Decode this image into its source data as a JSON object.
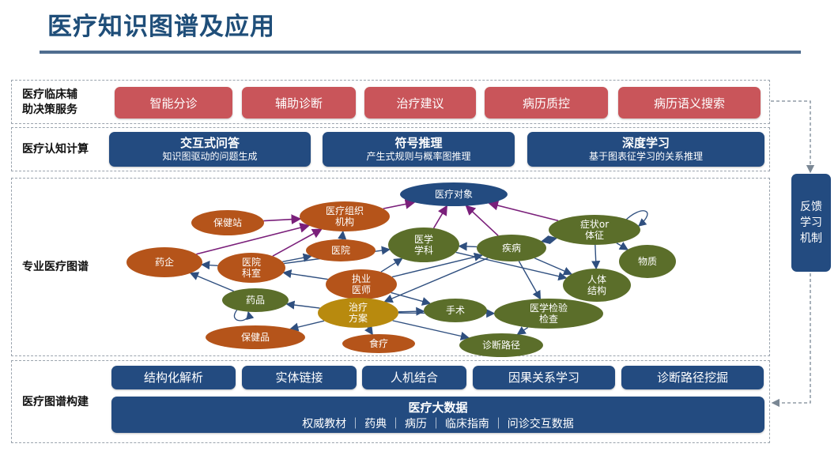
{
  "title": "医疗知识图谱及应用",
  "rows": {
    "clinical": {
      "label": "医疗临床辅\n助决策服务",
      "items": [
        "智能分诊",
        "辅助诊断",
        "治疗建议",
        "病历质控",
        "病历语义搜索"
      ]
    },
    "cognitive": {
      "label": "医疗认知计算",
      "items": [
        {
          "main": "交互式问答",
          "sub": "知识图驱动的问题生成"
        },
        {
          "main": "符号推理",
          "sub": "产生式规则与概率图推理"
        },
        {
          "main": "深度学习",
          "sub": "基于图表征学习的关系推理"
        }
      ]
    },
    "graph": {
      "label": "专业医疗图谱",
      "nodes": {
        "target": "医疗对象",
        "org": "医疗组织\n机构",
        "station": "保健站",
        "pharma": "药企",
        "dept": "医院\n科室",
        "hospital": "医院",
        "discipline": "医学\n学科",
        "disease": "疾病",
        "symptom": "症状or\n体征",
        "substance": "物质",
        "doctor": "执业\n医师",
        "body": "人体\n结构",
        "drug": "药品",
        "treatment": "治疗\n方案",
        "surgery": "手术",
        "exam": "医学检验\n检查",
        "health": "保健品",
        "food": "食疗",
        "path": "诊断路径"
      }
    },
    "build": {
      "label": "医疗图谱构建",
      "items": [
        "结构化解析",
        "实体链接",
        "人机结合",
        "因果关系学习",
        "诊断路径挖掘"
      ],
      "bigdata_title": "医疗大数据",
      "bigdata_sources": "权威教材 ｜ 药典 ｜ 病历 ｜ 临床指南 ｜ 问诊交互数据"
    }
  },
  "feedback": "反馈\n学习\n机制",
  "colors": {
    "title": "#1f4e79",
    "red_box": "#c9555a",
    "blue_box": "#234b80",
    "node_brown": "#b5541a",
    "node_green": "#5b6e2a",
    "node_gold": "#b88a0e",
    "node_navy": "#234b80",
    "edge_blue": "#2f4f7f",
    "edge_purple": "#7a1f7a"
  }
}
